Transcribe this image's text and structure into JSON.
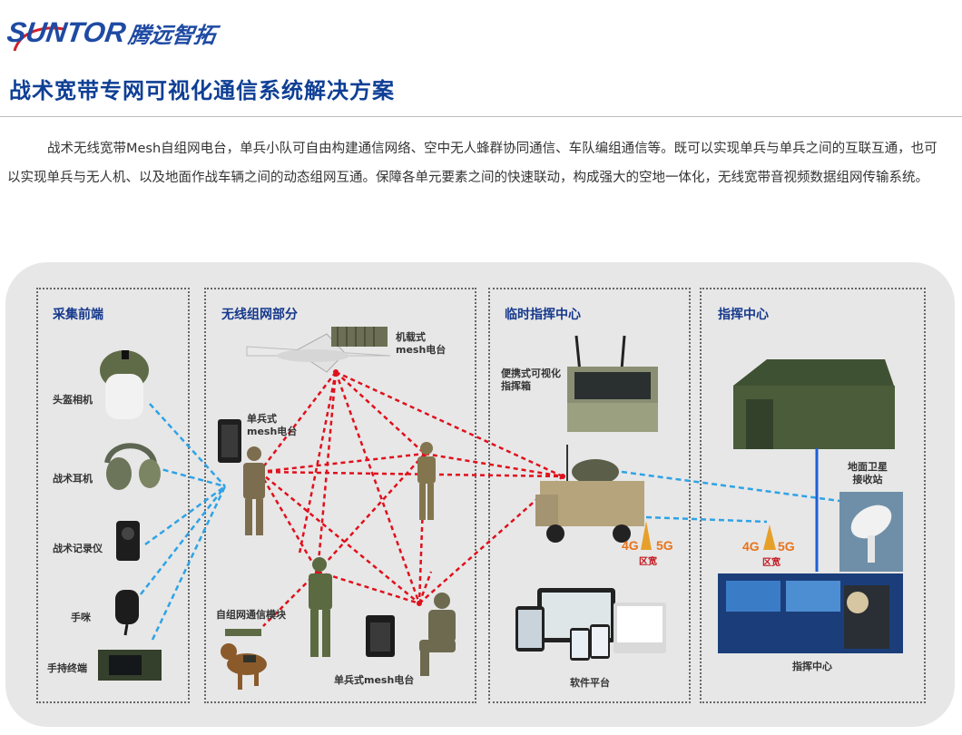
{
  "logo": {
    "mark": "SUNTOR",
    "cn": "腾远智拓"
  },
  "title": "战术宽带专网可视化通信系统解决方案",
  "intro": "战术无线宽带Mesh自组网电台，单兵小队可自由构建通信网络、空中无人蜂群协同通信、车队编组通信等。既可以实现单兵与单兵之间的互联互通，也可以实现单兵与无人机、以及地面作战车辆之间的动态组网互通。保障各单元要素之间的快速联动，构成强大的空地一体化，无线宽带音视频数据组网传输系统。",
  "zones": {
    "collect": "采集前端",
    "wireless": "无线组网部分",
    "temp": "临时指挥中心",
    "command": "指挥中心"
  },
  "labels": {
    "helmet_cam": "头盔相机",
    "headset": "战术耳机",
    "recorder": "战术记录仪",
    "mic": "手咪",
    "handheld": "手持终端",
    "airborne_1": "机载式",
    "airborne_2": "mesh电台",
    "soldier_radio_1": "单兵式",
    "soldier_radio_2": "mesh电台",
    "module": "自组网通信模块",
    "soldier_radio_bottom": "单兵式mesh电台",
    "portable_1": "便携式可视化",
    "portable_2": "指挥箱",
    "software": "软件平台",
    "sat_1": "地面卫星",
    "sat_2": "接收站",
    "command_center": "指挥中心",
    "net_a": "4G",
    "net_b": "5G",
    "net_sub": "区宽"
  },
  "colors": {
    "brand": "#1e4aa3",
    "title": "#0f3f95",
    "zone_title": "#15388c",
    "mesh_link": "#e0101c",
    "wireless_link": "#2ea3e6",
    "sat_line": "#1f5fd6"
  }
}
